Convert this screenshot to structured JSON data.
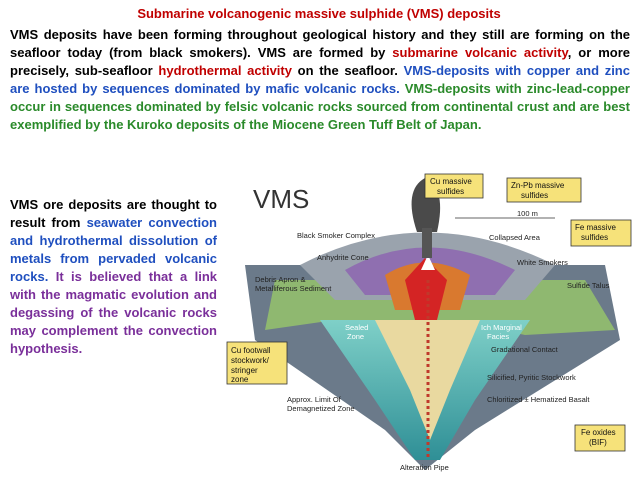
{
  "title": "Submarine volcanogenic massive sulphide (VMS) deposits",
  "intro": {
    "t1": "VMS deposits have been forming throughout geological history and they still are forming on the seafloor today (from black smokers). VMS are formed by ",
    "t2": "submarine volcanic activity",
    "t3": ", or more precisely, sub-seafloor ",
    "t4": "hydrothermal activity",
    "t5": " on the seafloor. ",
    "t6": "VMS-deposits with copper and zinc are hosted by sequences dominated by mafic volcanic rocks.",
    "t7": " VMS-deposits with zinc-lead-copper occur in sequences dominated by felsic volcanic rocks sourced from continental crust and are best exemplified by the Kuroko deposits of the Miocene Green Tuff Belt of Japan."
  },
  "side_text": {
    "s1": "VMS ore deposits are thought to result from ",
    "s2": "seawater convection and hydrothermal dissolution of metals from pervaded volcanic rocks.",
    "s3": " It is believed that a link with the magmatic evolution and degassing of the volcanic rocks may complement the convection hypothesis."
  },
  "diagram": {
    "heading": "VMS",
    "labels": {
      "cu_massive": "Cu massive sulfides",
      "znpb_massive": "Zn-Pb massive sulfides",
      "depth": "100 m",
      "black_smoker": "Black Smoker Complex",
      "collapsed": "Collapsed Area",
      "fe_massive": "Fe massive sulfides",
      "anhydrite": "Anhydrite Cone",
      "white_smokers": "White Smokers",
      "debris": "Debris Apron & Metalliferous Sediment",
      "talus": "Sulfide Talus",
      "sealed": "Sealed Zone",
      "marginal": "Ich Marginal Facies",
      "cu_footwall": "Cu footwall stockwork/ stringer zone",
      "gradational": "Gradational Contact",
      "silicified": "Silicified, Pyritic Stockwork",
      "demag": "Approx. Limit Of Demagnetized Zone",
      "chloritized": "Chloritized ± Hematized Basalt",
      "fe_oxides": "Fe oxides (BIF)",
      "alteration": "Alteration Pipe"
    }
  },
  "colors": {
    "red": "#c00000",
    "blue": "#1f4fbf",
    "green": "#2a8a2a",
    "purple": "#7a2f9a",
    "box_fill": "#f6e27a"
  }
}
